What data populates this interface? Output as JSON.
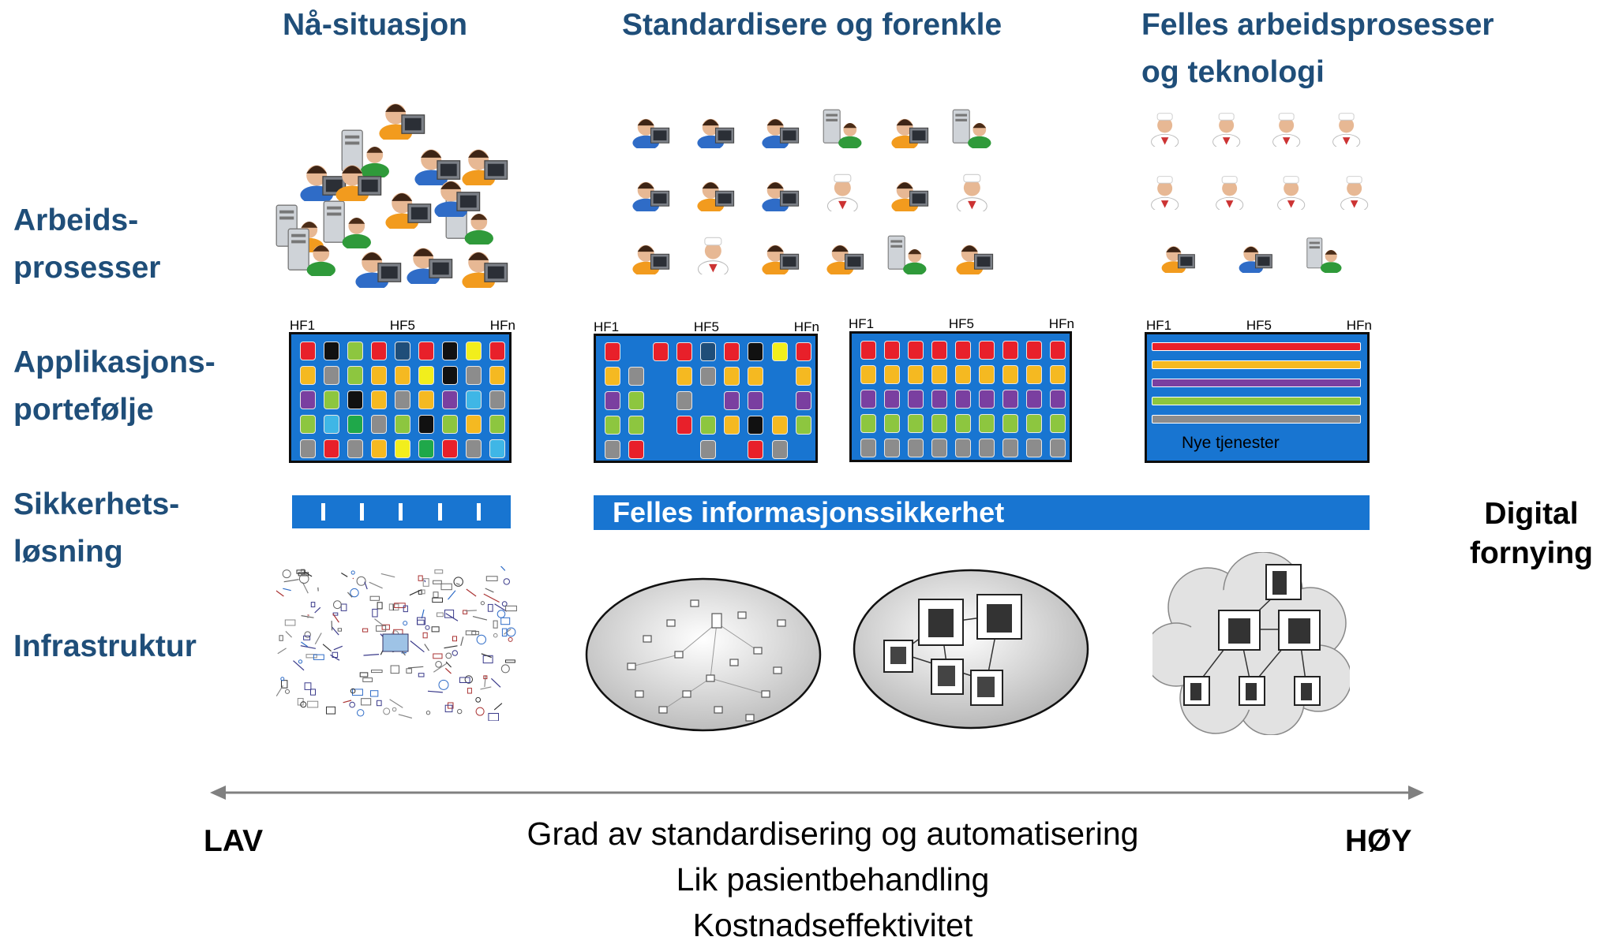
{
  "columns": {
    "col1": "Nå-situasjon",
    "col2": "Standardisere og forenkle",
    "col3_line1": "Felles arbeidsprosesser",
    "col3_line2": "og teknologi"
  },
  "rows": {
    "arbeid_line1": "Arbeids-",
    "arbeid_line2": "prosesser",
    "app_line1": "Applikasjons-",
    "app_line2": "portefølje",
    "sikker_line1": "Sikkerhets-",
    "sikker_line2": "løsning",
    "infra": "Infrastruktur"
  },
  "hf_labels": {
    "first": "HF1",
    "mid": "HF5",
    "last": "HFn"
  },
  "nye_tjenester": "Nye tjenester",
  "security_common": "Felles informasjonssikkerhet",
  "digital": {
    "line1": "Digital",
    "line2": "fornying"
  },
  "axis": {
    "low": "LAV",
    "high": "HØY",
    "line1": "Grad av standardisering og automatisering",
    "line2": "Lik pasientbehandling",
    "line3": "Kostnadseffektivitet"
  },
  "palette": {
    "red": "#e8202a",
    "yellow": "#f5b921",
    "purple": "#7a3fa0",
    "green": "#8dc63f",
    "gray": "#8c8c8c",
    "black": "#111111",
    "lightblue": "#3fb6e6",
    "navy": "#1f4e79",
    "brightyellow": "#f2ee1c",
    "darkgreen": "#1fa84a",
    "blue": "#1875d1"
  },
  "icons": {
    "people": "person-at-computer-icon",
    "server": "server-icon",
    "doctor": "doctor-icon",
    "network": "network-cloud-icon"
  }
}
